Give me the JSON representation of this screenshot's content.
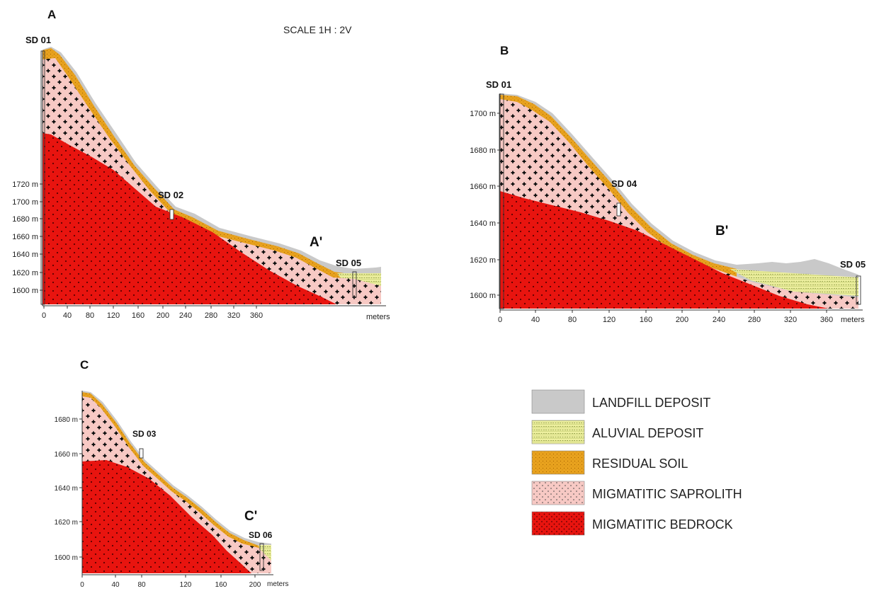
{
  "scale_label": "SCALE 1H : 2V",
  "sections": [
    {
      "id": "A",
      "label": "A",
      "end_label": "A'",
      "x_unit": "meters",
      "x_ticks": [
        "0",
        "40",
        "80",
        "120",
        "160",
        "200",
        "240",
        "280",
        "320",
        "360"
      ],
      "y_ticks": [
        "1600 m",
        "1620 m",
        "1640 m",
        "1660 m",
        "1680 m",
        "1700 m",
        "1720 m"
      ],
      "boreholes": [
        "SD 01",
        "SD 02",
        "SD 05"
      ]
    },
    {
      "id": "B",
      "label": "B",
      "end_label": "B'",
      "x_unit": "meters",
      "x_ticks": [
        "0",
        "40",
        "80",
        "120",
        "160",
        "200",
        "240",
        "280",
        "320",
        "360"
      ],
      "y_ticks": [
        "1600 m",
        "1620 m",
        "1640 m",
        "1660 m",
        "1680 m",
        "1700 m"
      ],
      "boreholes": [
        "SD 01",
        "SD 04",
        "SD 05"
      ]
    },
    {
      "id": "C",
      "label": "C",
      "end_label": "C'",
      "x_unit": "meters",
      "x_ticks": [
        "0",
        "40",
        "80",
        "120",
        "160",
        "200"
      ],
      "y_ticks": [
        "1600 m",
        "1620 m",
        "1640 m",
        "1660 m",
        "1680 m"
      ],
      "boreholes": [
        "SD 03",
        "SD 06"
      ]
    }
  ],
  "legend": [
    {
      "label": "LANDFILL DEPOSIT",
      "pattern": "landfill",
      "color": "#c9c9c9"
    },
    {
      "label": "ALUVIAL DEPOSIT",
      "pattern": "aluvial",
      "color": "#eef0a0"
    },
    {
      "label": "RESIDUAL SOIL",
      "pattern": "residual",
      "color": "#e8a21e"
    },
    {
      "label": "MIGMATITIC SAPROLITH",
      "pattern": "saprolith",
      "color": "#f7c9c4"
    },
    {
      "label": "MIGMATITIC BEDROCK",
      "pattern": "bedrock",
      "color": "#e8140f"
    }
  ]
}
